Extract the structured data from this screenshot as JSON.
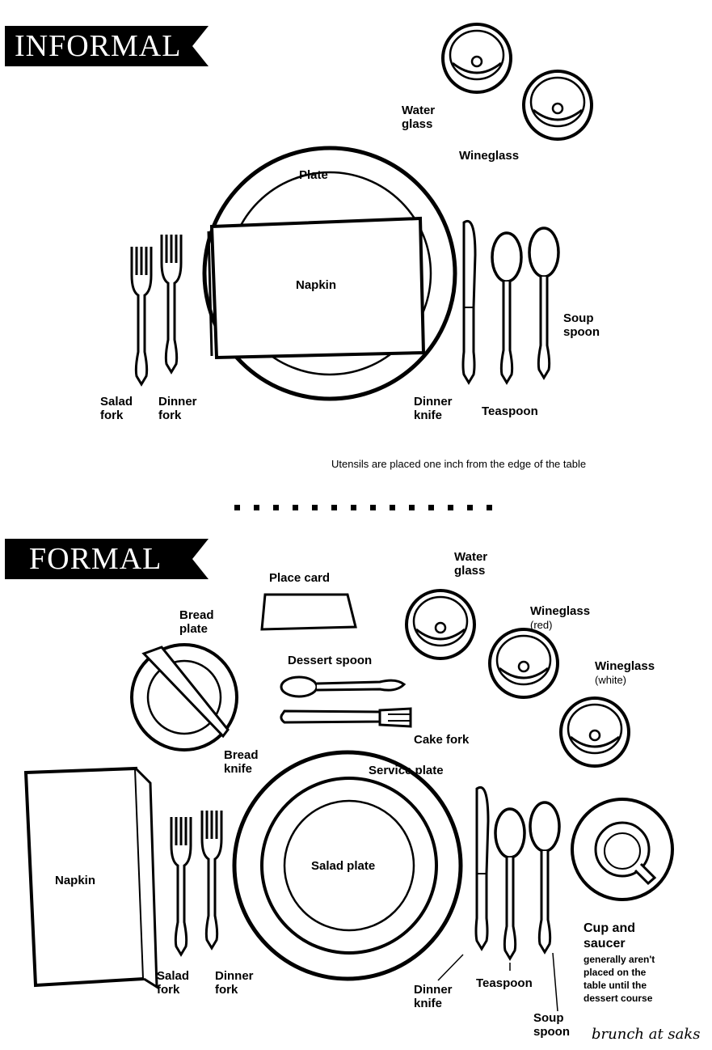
{
  "informal": {
    "banner": "INFORMAL",
    "labels": {
      "water_glass": "Water\nglass",
      "wineglass": "Wineglass",
      "plate": "Plate",
      "napkin": "Napkin",
      "salad_fork": "Salad\nfork",
      "dinner_fork": "Dinner\nfork",
      "dinner_knife": "Dinner\nknife",
      "teaspoon": "Teaspoon",
      "soup_spoon": "Soup\nspoon"
    },
    "note": "Utensils are placed one inch from the edge of the table"
  },
  "formal": {
    "banner": "FORMAL",
    "labels": {
      "place_card": "Place card",
      "water_glass": "Water\nglass",
      "wineglass_red": "Wineglass",
      "wineglass_red_sub": "(red)",
      "wineglass_white": "Wineglass",
      "wineglass_white_sub": "(white)",
      "bread_plate": "Bread\nplate",
      "dessert_spoon": "Dessert spoon",
      "cake_fork": "Cake fork",
      "bread_knife": "Bread\nknife",
      "service_plate": "Service plate",
      "salad_plate": "Salad plate",
      "napkin": "Napkin",
      "salad_fork": "Salad\nfork",
      "dinner_fork": "Dinner\nfork",
      "dinner_knife": "Dinner\nknife",
      "teaspoon": "Teaspoon",
      "soup_spoon": "Soup\nspoon",
      "cup_and_saucer": "Cup and\nsaucer",
      "cup_note": "generally aren't\nplaced on the\ntable until the\ndessert course"
    }
  },
  "signature": "brunch at saks",
  "colors": {
    "ink": "#000000",
    "paper": "#ffffff"
  }
}
